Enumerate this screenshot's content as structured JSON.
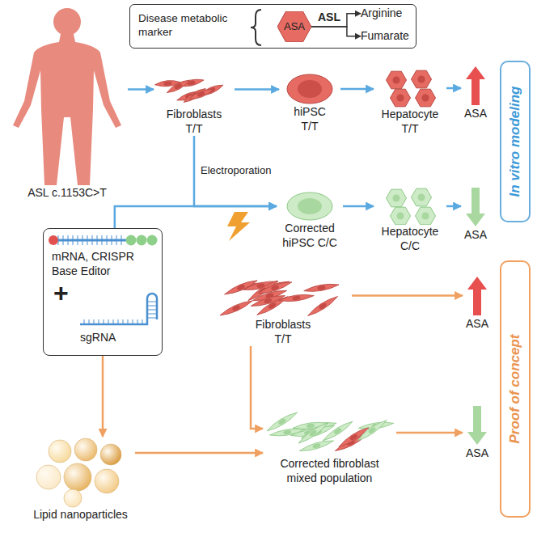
{
  "diagram": {
    "nodes": [
      {
        "text": [
          "Disease metabolic marker"
        ]
      },
      {
        "text": [
          "ASA"
        ],
        "in": 0
      },
      {
        "text": [
          "Arginine"
        ],
        "in": 0
      },
      {
        "text": [
          "Fumarate"
        ],
        "in": 0
      },
      {
        "text": [
          "ASL c.1153C>T"
        ]
      },
      {
        "text": [
          "Fibroblasts T/T"
        ]
      },
      {
        "text": [
          "hiPSC T/T"
        ]
      },
      {
        "text": [
          "Hepatocyte T/T"
        ]
      },
      {
        "text": [
          "ASA"
        ]
      },
      {
        "text": [
          "In vitro modeling"
        ]
      },
      {
        "text": [
          "Corrected hiPSC C/C"
        ]
      },
      {
        "text": [
          "Hepatocyte C/C"
        ]
      },
      {
        "text": [
          "ASA"
        ]
      },
      {
        "text": [
          "mRNA, CRISPR Base Editor",
          "sgRNA"
        ]
      },
      {
        "text": [
          "Fibroblasts T/T"
        ]
      },
      {
        "text": [
          "ASA"
        ]
      },
      {
        "text": [
          "Proof of concept"
        ]
      },
      {
        "text": [
          "Lipid nanoparticles"
        ]
      },
      {
        "text": [
          "Corrected fibroblast mixed population"
        ]
      },
      {
        "text": [
          "ASA"
        ]
      }
    ],
    "edges": [
      {
        "from": 1,
        "to": 2,
        "arrow": "to",
        "label": "ASL"
      },
      {
        "from": 1,
        "to": 3,
        "arrow": "to"
      },
      {
        "from": 4,
        "to": 5,
        "arrow": "to"
      },
      {
        "from": 5,
        "to": 6,
        "arrow": "to"
      },
      {
        "from": 6,
        "to": 7,
        "arrow": "to"
      },
      {
        "from": 7,
        "to": 8,
        "arrow": "to"
      },
      {
        "from": 5,
        "to": 10,
        "arrow": "to"
      },
      {
        "from": 13,
        "to": 10,
        "arrow": "to"
      },
      {
        "from": 10,
        "to": 11,
        "arrow": "to"
      },
      {
        "from": 11,
        "to": 12,
        "arrow": "to"
      },
      {
        "from": 13,
        "to": 17,
        "arrow": "to"
      },
      {
        "from": 14,
        "to": 15,
        "arrow": "to"
      },
      {
        "from": 14,
        "to": 18,
        "arrow": "to"
      },
      {
        "from": 17,
        "to": 18,
        "arrow": "to"
      },
      {
        "from": 18,
        "to": 19,
        "arrow": "to"
      }
    ],
    "labels": [
      "Electroporation",
      "+"
    ]
  }
}
